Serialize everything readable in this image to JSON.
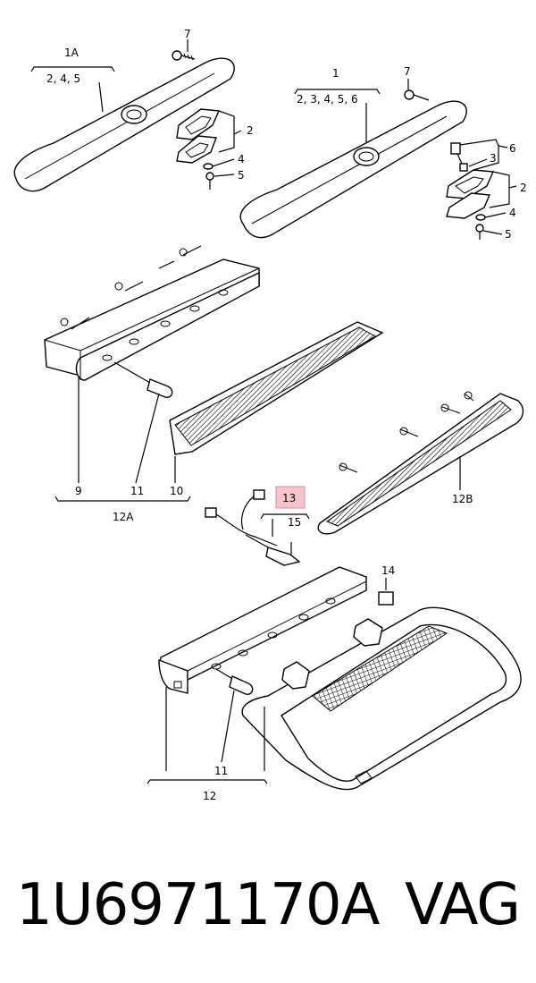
{
  "diagram": {
    "callouts": {
      "c1A": "1A",
      "c1A_sub": "2, 4, 5",
      "c1": "1",
      "c1_sub": "2, 3, 4, 5, 6",
      "c2a": "2",
      "c2b": "2",
      "c3": "3",
      "c4a": "4",
      "c4b": "4",
      "c5a": "5",
      "c5b": "5",
      "c6": "6",
      "c7a": "7",
      "c7b": "7",
      "c9": "9",
      "c10": "10",
      "c11a": "11",
      "c11b": "11",
      "c12A": "12A",
      "c12B": "12B",
      "c12": "12",
      "c13": "13",
      "c14": "14",
      "c15": "15"
    },
    "highlight_color": "#f6c4cd"
  },
  "footer": {
    "part_number": "1U6971170A",
    "brand": "VAG"
  }
}
